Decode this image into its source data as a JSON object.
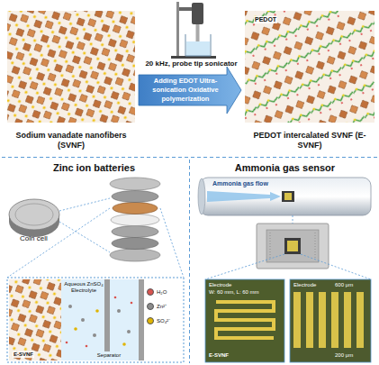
{
  "diagram": {
    "nodes": [
      {
        "text": [
          "Sodium vanadate nanofibers (SVNF)"
        ]
      },
      {
        "text": [
          "PEDOT intercalated SVNF (E-SVNF)"
        ]
      },
      {
        "text": [
          "Zinc ion batteries"
        ]
      },
      {
        "text": [
          "Ammonia gas sensor"
        ]
      }
    ],
    "edges": [
      {
        "from": 0,
        "to": 1,
        "arrow": "to",
        "label": "Adding EDOT Ultra-sonication Oxidative polymerization"
      }
    ],
    "labels": [
      "20 kHz, probe tip sonicator",
      "PEDOT",
      "Coin cell",
      "E-SVNF",
      "Aqueous ZnSO₄ Electrolyte",
      "Separator",
      "Ammonia gas flow",
      "Electrode",
      "W: 60 mm, L: 60 mm",
      "E-SVNF",
      "Electrode",
      "600 μm",
      "200 μm"
    ],
    "legend": [
      {
        "text": "H₂O",
        "color": "#d9534f"
      },
      {
        "text": "Zn²⁺",
        "color": "#8c8c8c"
      },
      {
        "text": "SO₄²⁻",
        "color": "#e0b400"
      }
    ]
  }
}
